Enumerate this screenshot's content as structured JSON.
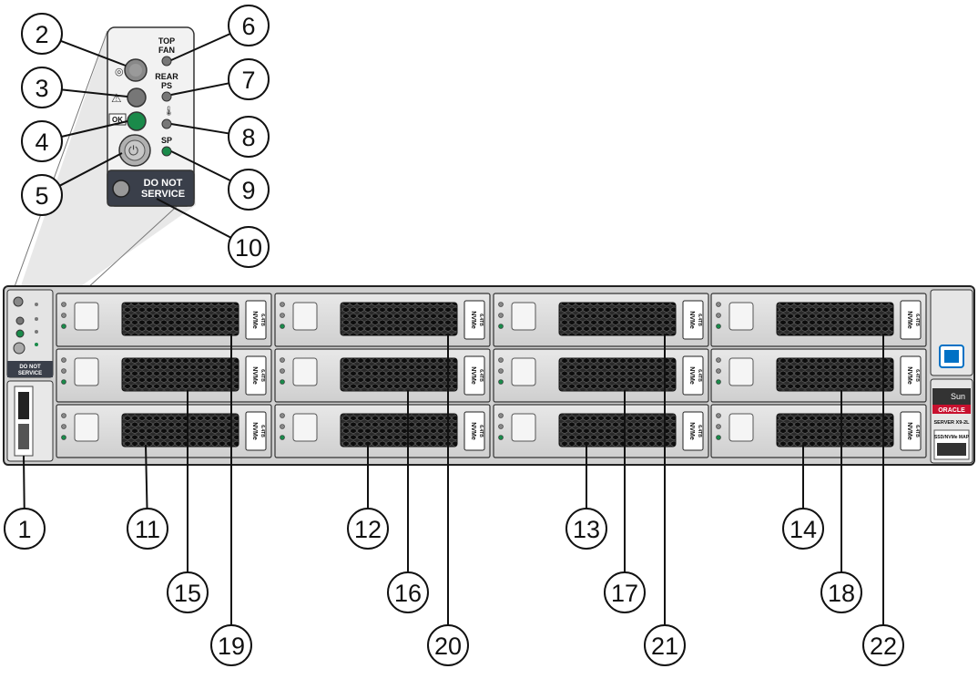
{
  "panel": {
    "top_fan": "TOP FAN",
    "rear_ps": "REAR PS",
    "sp": "SP",
    "ok": "OK",
    "do_not_service": "DO NOT SERVICE"
  },
  "drive_label": {
    "type": "NVMe",
    "capacity": "6.4TB"
  },
  "badge": {
    "brand": "Sun",
    "vendor": "ORACLE",
    "model": "SERVER X9-2L",
    "sub": "SSD/NVMe MAP"
  },
  "callouts": [
    "1",
    "2",
    "3",
    "4",
    "5",
    "6",
    "7",
    "8",
    "9",
    "10",
    "11",
    "12",
    "13",
    "14",
    "15",
    "16",
    "17",
    "18",
    "19",
    "20",
    "21",
    "22"
  ],
  "colors": {
    "ok_led": "#1a8a4a",
    "sp_led": "#1a8a4a",
    "brand_red": "#c8102e",
    "intel_blue": "#0071c5"
  }
}
